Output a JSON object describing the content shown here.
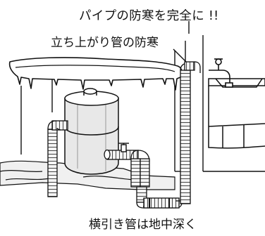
{
  "labels": {
    "title": "パイプの防寒を完全に !!",
    "riser": "立ち上がり管の防寒",
    "buried": "横引き管は地中深く"
  },
  "colors": {
    "line": "#111111",
    "fill": "#ffffff",
    "shade": "#e6e6e6",
    "insulation": "#f2f2f2"
  },
  "icons": [
    "icicle-eave-icon",
    "water-tank-icon",
    "faucet-icon",
    "sink-icon",
    "valve-icon"
  ]
}
